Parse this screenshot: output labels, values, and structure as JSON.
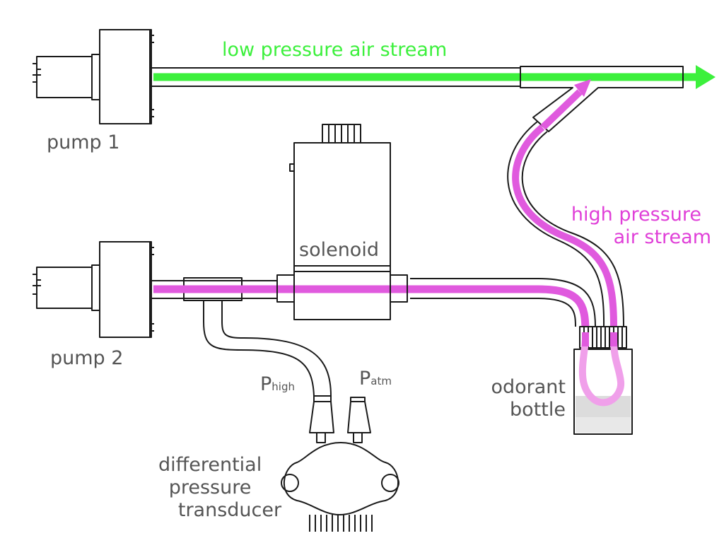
{
  "labels": {
    "pump1": "pump 1",
    "pump2": "pump 2",
    "low_stream": "low pressure air stream",
    "high_stream_line1": "high pressure",
    "high_stream_line2": "air stream",
    "solenoid": "solenoid",
    "odorant_line1": "odorant",
    "odorant_line2": "bottle",
    "transducer_line1": "differential",
    "transducer_line2": "pressure",
    "transducer_line3": "transducer",
    "p_high_main": "P",
    "p_high_sub": "high",
    "p_atm_main": "P",
    "p_atm_sub": "atm"
  },
  "colors": {
    "low_stream": "#3cf03c",
    "high_stream": "#e05ade",
    "outline": "#1a1a1a",
    "label_text": "#555555"
  }
}
